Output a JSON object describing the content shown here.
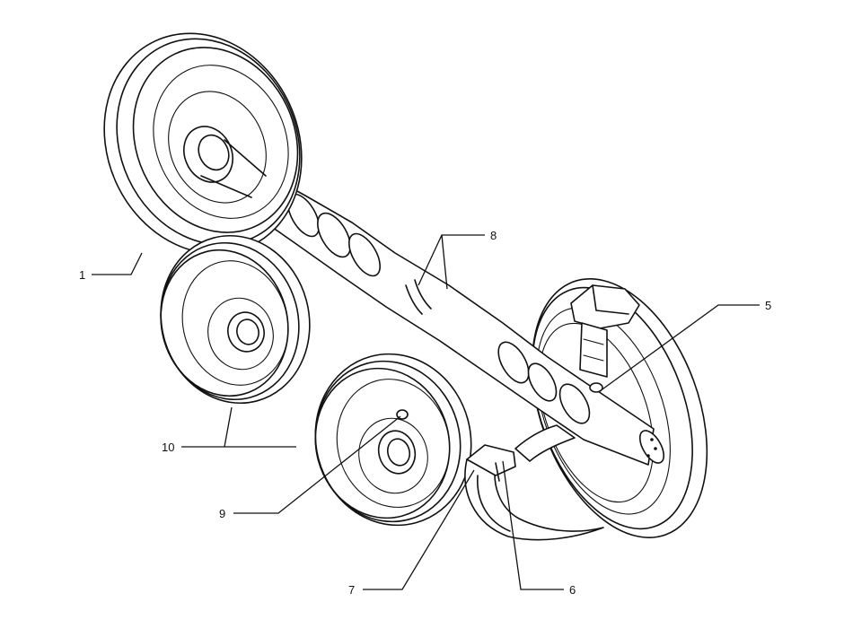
{
  "callouts": [
    {
      "id": "1",
      "label": "1"
    },
    {
      "id": "5",
      "label": "5"
    },
    {
      "id": "6",
      "label": "6"
    },
    {
      "id": "7",
      "label": "7"
    },
    {
      "id": "8",
      "label": "8"
    },
    {
      "id": "9",
      "label": "9"
    },
    {
      "id": "10",
      "label": "10"
    }
  ]
}
